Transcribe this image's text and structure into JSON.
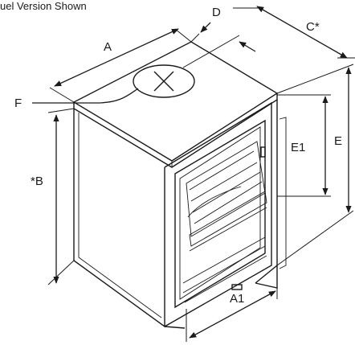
{
  "caption": "uel Version Shown",
  "labels": {
    "A": "A",
    "B": "*B",
    "C": "C*",
    "D": "D",
    "E": "E",
    "E1": "E1",
    "F": "F",
    "A1": "A1"
  },
  "colors": {
    "line": "#1a1a1a",
    "background": "#ffffff"
  }
}
